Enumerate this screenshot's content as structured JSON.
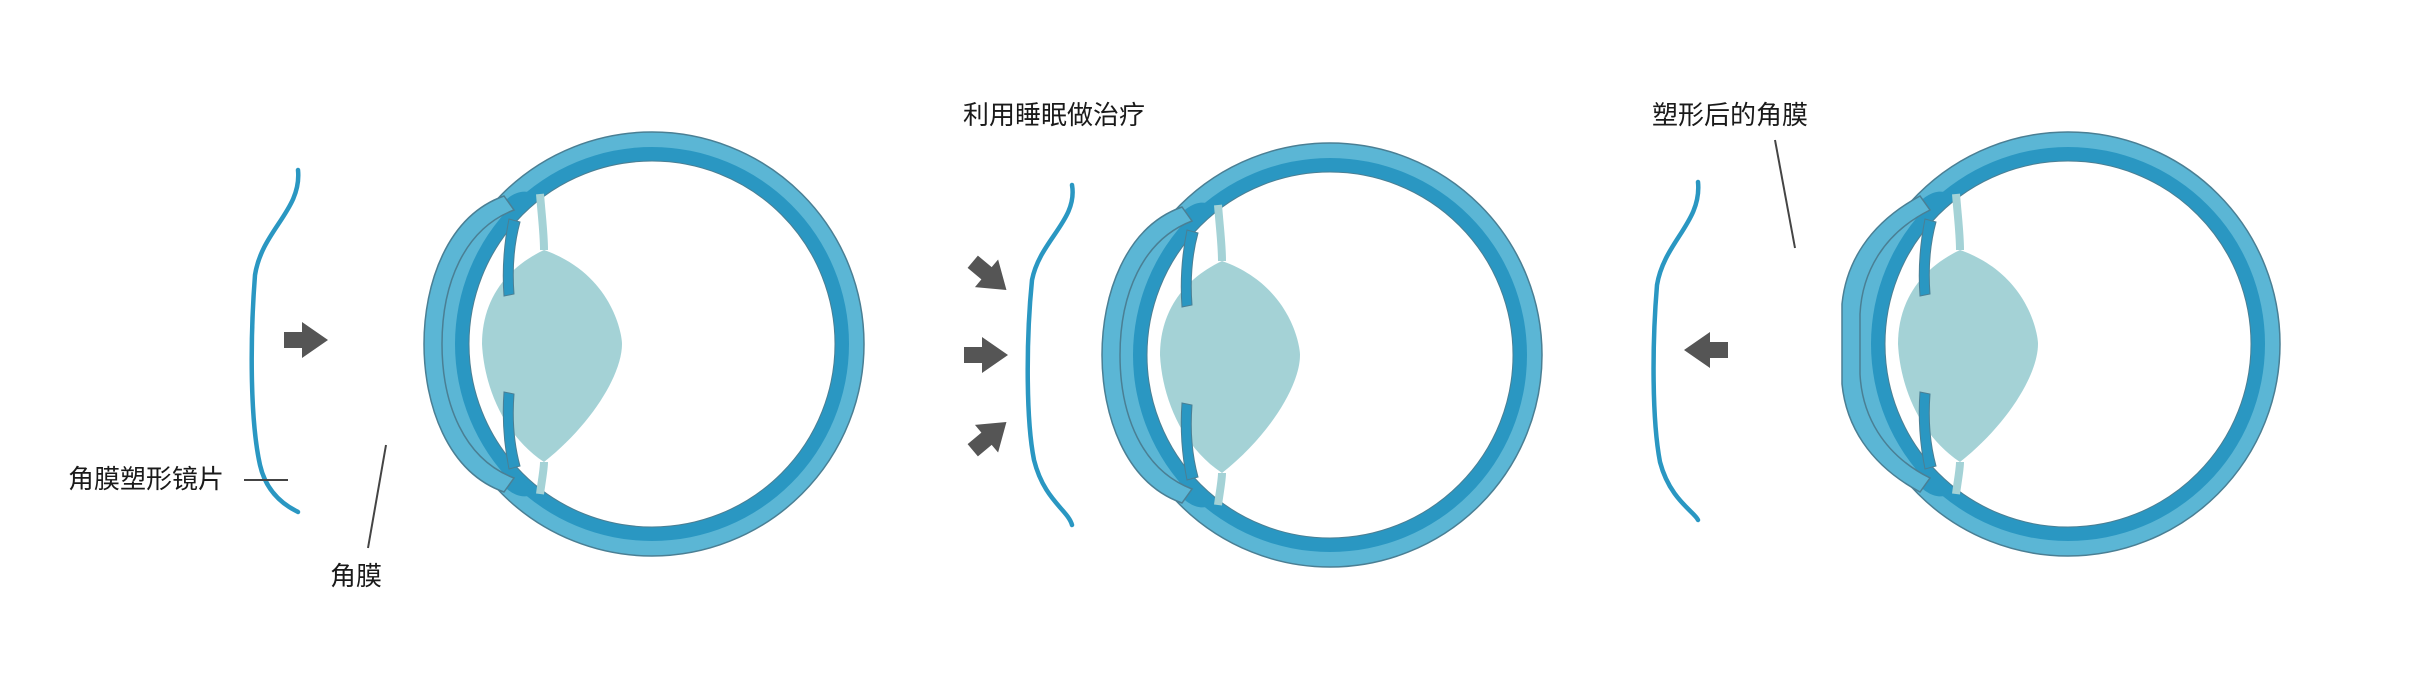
{
  "labels": {
    "lens": "角膜塑形镜片",
    "cornea": "角膜",
    "sleep_treatment": "利用睡眠做治疗",
    "shaped_cornea": "塑形后的角膜"
  },
  "colors": {
    "outer_sclera": "#5bb6d5",
    "inner_ring": "#2a97c2",
    "cornea": "#5bb6d5",
    "crystalline_lens": "#a4d2d6",
    "iris": "#2a97c2",
    "ortho_lens": "#2a97c2",
    "arrow": "#555555",
    "pointer_line": "#444444",
    "outline": "#4a7f94"
  },
  "icons": {
    "arrow": "arrow-icon"
  }
}
